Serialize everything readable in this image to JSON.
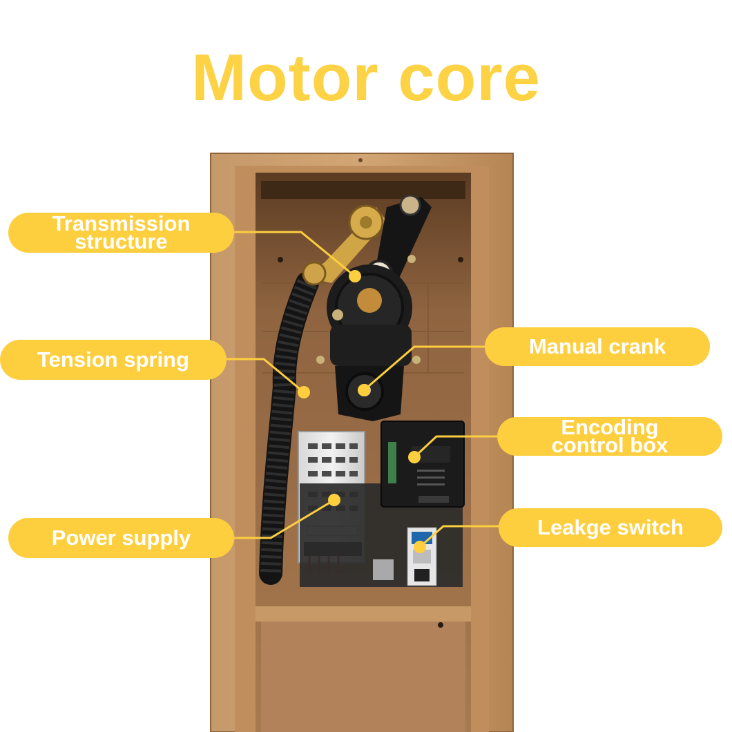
{
  "title": "Motor core",
  "labels": {
    "transmission": [
      "Transmission",
      "structure"
    ],
    "tension_spring": "Tension spring",
    "power_supply": "Power supply",
    "manual_crank": "Manual crank",
    "encoding": [
      "Encoding",
      "control box"
    ],
    "leakage_switch": "Leakge switch"
  },
  "colors": {
    "accent": "#fdcf3f",
    "cabinet": "#b98a52",
    "cabinet_dark": "#6e4c2c",
    "mechanism": "#1b1b1b"
  }
}
